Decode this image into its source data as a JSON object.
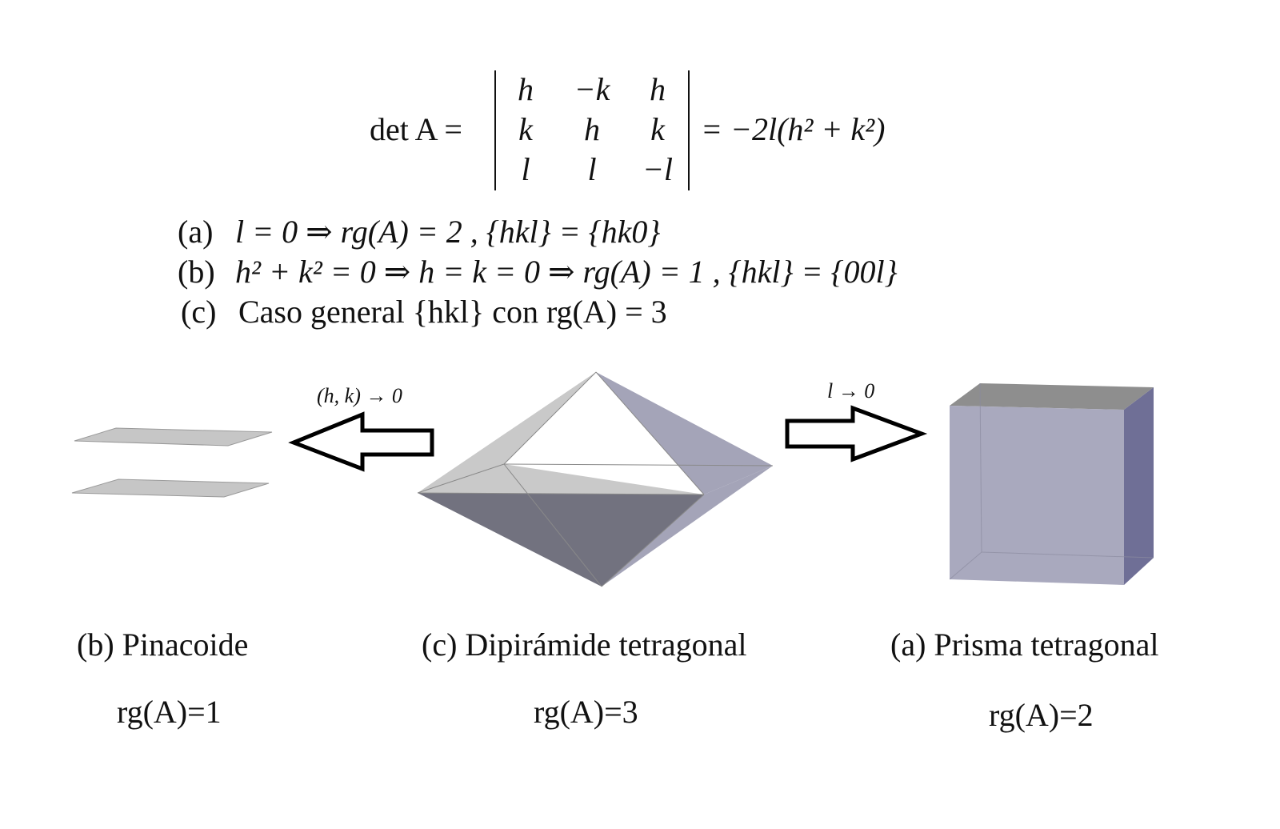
{
  "determinant": {
    "lhs": "det A =",
    "matrix": [
      [
        "h",
        "−k",
        "h"
      ],
      [
        "k",
        "h",
        "k"
      ],
      [
        "l",
        "l",
        "−l"
      ]
    ],
    "rhs": "= −2l(h² + k²)"
  },
  "cases": [
    {
      "label": "(a)",
      "text": "l = 0  ⇒  rg(A) = 2 ,  {hkl} = {hk0}"
    },
    {
      "label": "(b)",
      "text": "h² + k² = 0  ⇒  h = k = 0  ⇒  rg(A) = 1 ,  {hkl} = {00l}"
    },
    {
      "label": "(c)",
      "text": "Caso general {hkl} con rg(A) = 3"
    }
  ],
  "arrows": {
    "left_label": "(h, k) → 0",
    "right_label": "l → 0"
  },
  "figures": [
    {
      "caption": "(b) Pinacoide",
      "rank": "rg(A)=1"
    },
    {
      "caption": "(c) Dipirámide tetragonal",
      "rank": "rg(A)=3"
    },
    {
      "caption": "(a) Prisma tetragonal",
      "rank": "rg(A)=2"
    }
  ],
  "colors": {
    "pinacoid_plane": "#c6c6c6",
    "pyramid_light": "#c9c9c9",
    "pyramid_mid": "#a4a4b8",
    "pyramid_dark": "#72727f",
    "prism_front": "#a9a9be",
    "prism_side": "#6f6f96",
    "prism_top": "#8e8e8e"
  }
}
